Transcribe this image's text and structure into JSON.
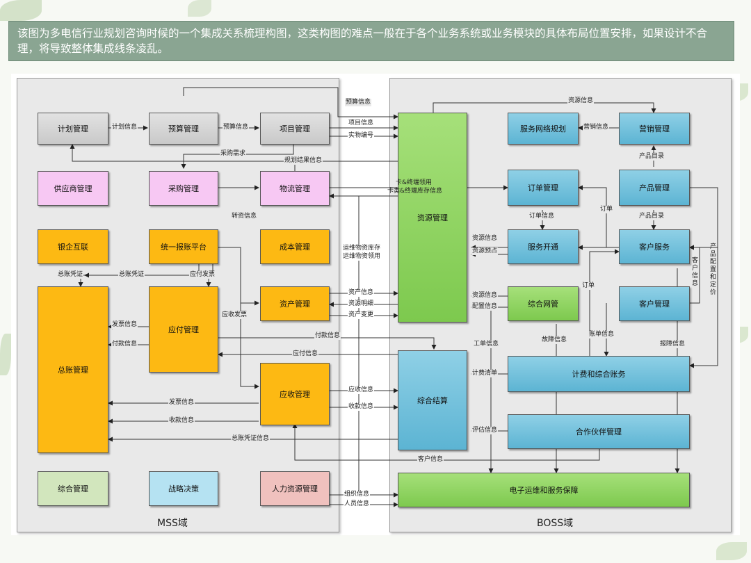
{
  "banner": {
    "text": "该图为多电信行业规划咨询时候的一个集成关系梳理构图，这类构图的难点一般在于各个业务系统或业务模块的具体布局位置安排，如果设计不合理，将导致整体集成线条凌乱。"
  },
  "domains": {
    "mss": "MSS域",
    "boss": "BOSS域"
  },
  "mss_boxes": {
    "plan": "计划管理",
    "budget": "预算管理",
    "project": "项目管理",
    "supplier": "供应商管理",
    "purchase": "采购管理",
    "logistics": "物流管理",
    "bank": "银企互联",
    "reimburse": "统一报账平台",
    "cost": "成本管理",
    "ledger": "总账管理",
    "payable": "应付管理",
    "asset": "资产管理",
    "receivable": "应收管理",
    "general": "综合管理",
    "strategy": "战略决策",
    "hr": "人力资源管理"
  },
  "boss_boxes": {
    "resource": "资源管理",
    "svcnet": "服务网络规划",
    "marketing": "营销管理",
    "order": "订单管理",
    "product": "产品管理",
    "provision": "服务开通",
    "custsvc": "客户服务",
    "netmgmt": "综合网管",
    "custmgmt": "客户管理",
    "settlement": "综合结算",
    "billing": "计费和综合账务",
    "partner": "合作伙伴管理",
    "eops": "电子运维和服务保障"
  },
  "flows": {
    "budget_info_top": "预算信息",
    "plan_info": "计划信息",
    "budget_info": "预算信息",
    "project_info": "项目信息",
    "material_no": "实物编号",
    "resource_info_top": "资源信息",
    "marketing_info": "营销信息",
    "purchase_req": "采购需求",
    "plan_result": "规划结果信息",
    "product_catalog_1": "产品目录",
    "card_terminal_1": "卡&终端领用",
    "card_terminal_2": "卡类&终端库存信息",
    "transfer_info": "转资信息",
    "order_1": "订单",
    "order_info": "订单信息",
    "product_catalog_2": "产品目录",
    "ops_material": "运维物资库存",
    "ops_material_use": "运维物资领用",
    "resource_info": "资源信息",
    "resource_reserve": "资源预占",
    "product_config": "产品配置和定价",
    "customer_info_v": "客户信息",
    "ledger_voucher_1": "总账凭证",
    "ledger_voucher_2": "总账凭证",
    "payable_invoice": "应付发票",
    "asset_info": "资产信息",
    "asset_detail": "资源明细",
    "asset_change": "资产变更",
    "resource_info_2": "资源信息",
    "config_info": "配置信息",
    "order_2": "订单",
    "invoice_info_1": "发票信息",
    "payment_info_1": "付款信息",
    "receivable_invoice": "应收发票",
    "payment_info_2": "付款信息",
    "payable_info": "应付信息",
    "work_order_info": "工单信息",
    "fault_info": "故障信息",
    "bill_info": "账单信息",
    "report_info": "报障信息",
    "billing_list": "计费清单",
    "receivable_info": "应收信息",
    "receipt_info": "收款信息",
    "invoice_info_2": "发票信息",
    "receipt_info_2": "收款信息",
    "ledger_voucher_info": "总账凭证信息",
    "eval_info": "评估信息",
    "customer_info": "客户信息",
    "org_info": "组织信息",
    "staff_info": "人员信息"
  },
  "colors": {
    "banner": "#8aa592",
    "orange": "#fdb913",
    "blue": "#5cb4d3",
    "green": "#7dc94e",
    "pink": "#f7c8f3",
    "gray": "#d0d0d0"
  }
}
